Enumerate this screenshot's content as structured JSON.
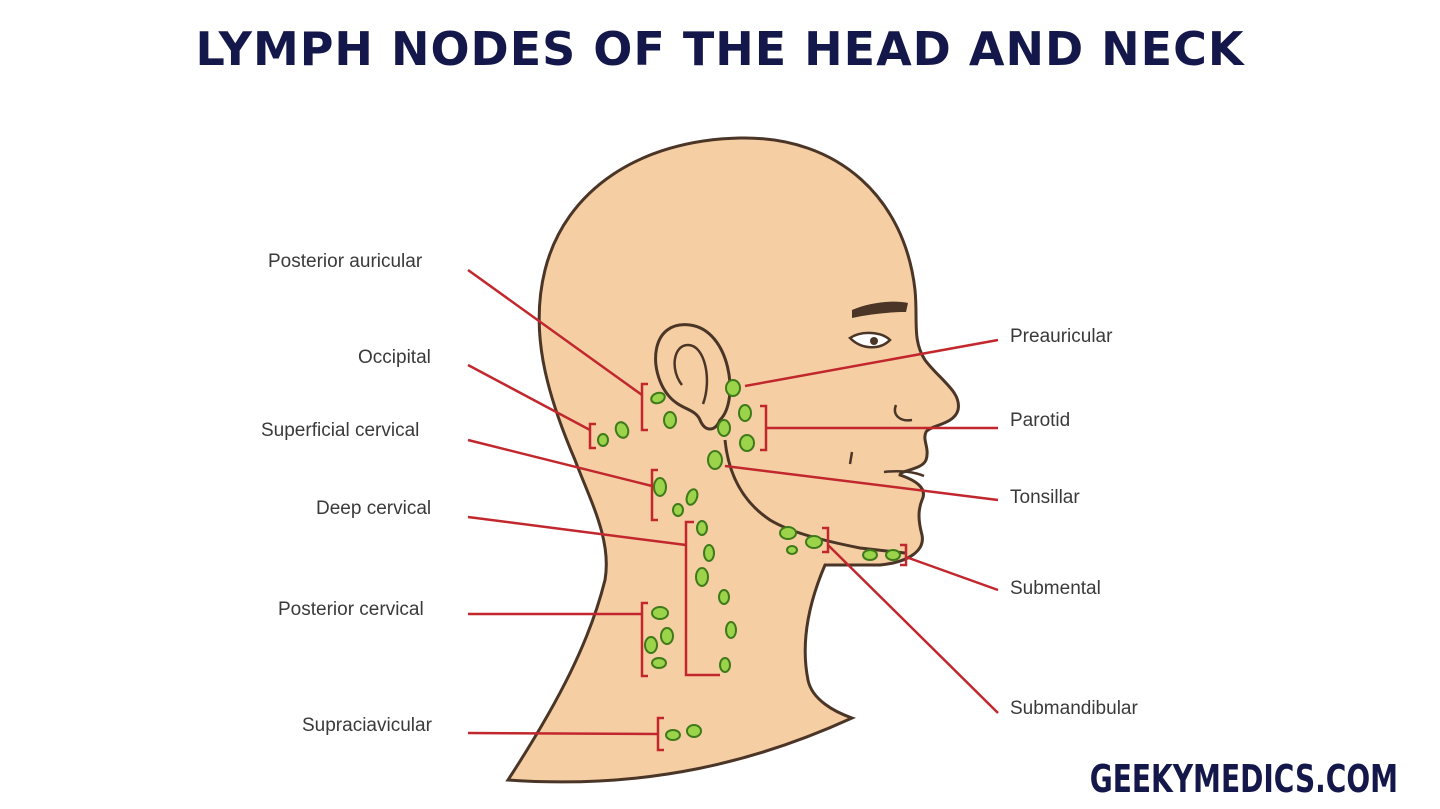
{
  "title": "LYMPH NODES OF THE HEAD AND NECK",
  "brand": "GEEKYMEDICS.COM",
  "colors": {
    "title": "#14174a",
    "skin": "#f5cfa3",
    "outline": "#4a3527",
    "node_fill": "#9bd34a",
    "node_stroke": "#3f7a1a",
    "leader_line": "#c1272d",
    "label_text": "#3a3a3a"
  },
  "labels_left": {
    "posterior_auricular": "Posterior auricular",
    "occipital": "Occipital",
    "superficial_cervical": "Superficial cervical",
    "deep_cervical": "Deep cervical",
    "posterior_cervical": "Posterior cervical",
    "supraclavicular": "Supraciavicular"
  },
  "labels_right": {
    "preauricular": "Preauricular",
    "parotid": "Parotid",
    "tonsillar": "Tonsillar",
    "submental": "Submental",
    "submandibular": "Submandibular"
  }
}
